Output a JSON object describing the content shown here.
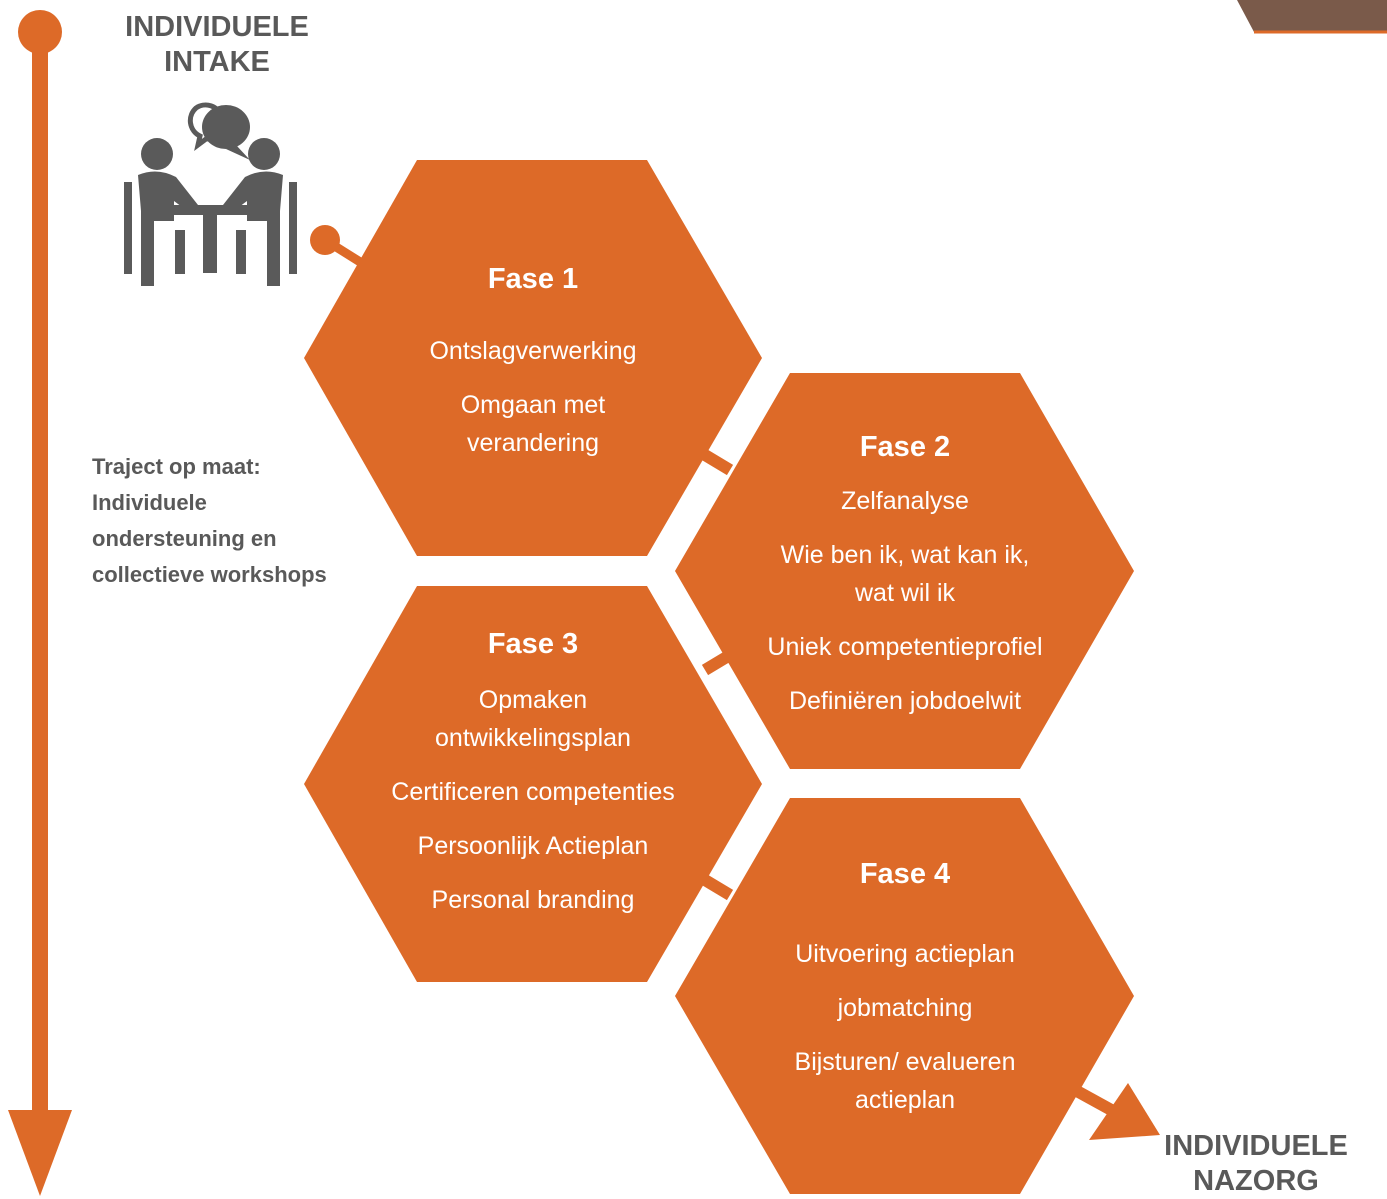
{
  "colors": {
    "accent": "#DD6A28",
    "icon_gray": "#5a5a5a",
    "text_gray": "#595959",
    "bg": "#ffffff"
  },
  "intake": {
    "title_line1": "INDIVIDUELE",
    "title_line2": "INTAKE",
    "icon": "meeting-people-icon"
  },
  "nazorg": {
    "title_line1": "INDIVIDUELE",
    "title_line2": "NAZORG"
  },
  "side_note": {
    "line1": "Traject op maat:",
    "line2": "Individuele",
    "line3": "ondersteuning en",
    "line4": "collectieve workshops"
  },
  "phases": [
    {
      "title": "Fase 1",
      "items": [
        "Ontslagverwerking",
        "Omgaan met",
        "verandering"
      ]
    },
    {
      "title": "Fase 2",
      "items": [
        "Zelfanalyse",
        "Wie ben ik, wat kan ik,",
        "wat wil ik",
        "Uniek competentieprofiel",
        "Definiëren jobdoelwit"
      ]
    },
    {
      "title": "Fase 3",
      "items": [
        "Opmaken",
        "ontwikkelingsplan",
        "Certificeren competenties",
        "Persoonlijk Actieplan",
        "Personal branding"
      ]
    },
    {
      "title": "Fase 4",
      "items": [
        "Uitvoering actieplan",
        "jobmatching",
        "Bijsturen/ evalueren",
        "actieplan"
      ]
    }
  ]
}
